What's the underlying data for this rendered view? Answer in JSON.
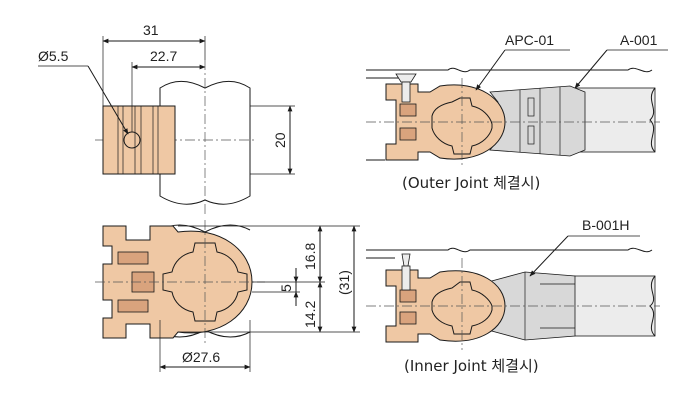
{
  "dimensions": {
    "width_31": "31",
    "width_22_7": "22.7",
    "hole_dia": "Ø5.5",
    "height_20": "20",
    "dim_16_8": "16.8",
    "dim_5": "5",
    "dim_14_2": "14.2",
    "dim_31_ref": "(31)",
    "pipe_dia": "Ø27.6"
  },
  "labels": {
    "apc_01": "APC-01",
    "a_001": "A-001",
    "b_001h": "B-001H"
  },
  "captions": {
    "outer": "(Outer Joint 체결시)",
    "inner": "(Inner Joint 체결시)"
  },
  "colors": {
    "copper": "#efc8a4",
    "copper_dark": "#d9a37d",
    "gray_part": "#d8d8d8",
    "line": "#1a1a1a"
  }
}
